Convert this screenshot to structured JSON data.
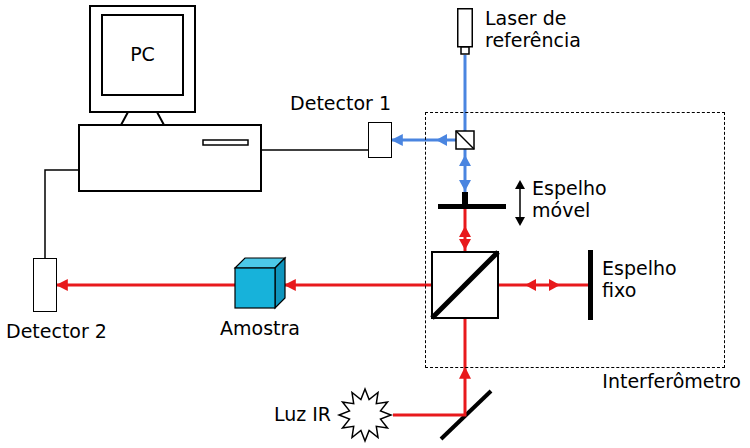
{
  "diagram": {
    "nodes": [
      {
        "text": [
          "PC"
        ]
      },
      {
        "text": [
          "Detector 1"
        ]
      },
      {
        "text": [
          "Laser de referência"
        ]
      },
      {
        "text": [
          "Interferômetro"
        ]
      },
      {
        "text": [
          "Amostra"
        ]
      },
      {
        "text": [
          "Detector 2"
        ]
      },
      {
        "text": [
          "Luz IR"
        ]
      }
    ],
    "edges": [
      {
        "from": 0,
        "to": 1,
        "arrow": "none"
      },
      {
        "from": 0,
        "to": 5,
        "arrow": "none"
      },
      {
        "from": 2,
        "to": 3,
        "arrow": "none"
      },
      {
        "from": 3,
        "to": 1,
        "arrow": "to"
      },
      {
        "from": 3,
        "to": 4,
        "arrow": "to"
      },
      {
        "from": 4,
        "to": 5,
        "arrow": "to"
      },
      {
        "from": 6,
        "to": 3,
        "arrow": "to"
      }
    ],
    "labels": [
      "Espelho móvel",
      "Espelho fixo"
    ]
  }
}
